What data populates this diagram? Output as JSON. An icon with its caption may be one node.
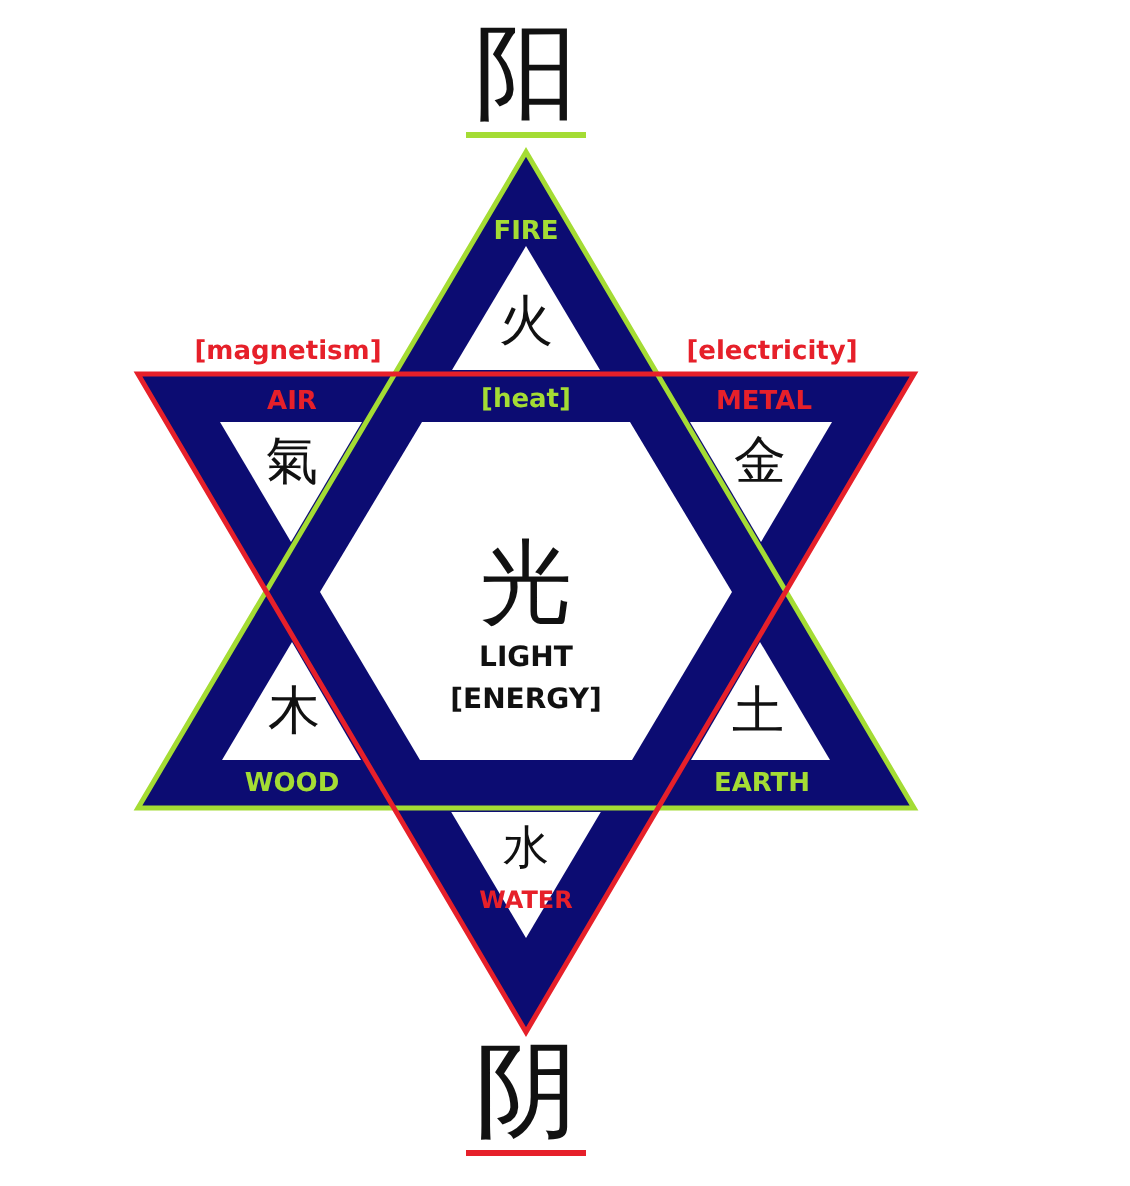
{
  "diagram": {
    "nodes": [
      {
        "text": [
          "FIRE",
          "火"
        ]
      },
      {
        "text": [
          "AIR",
          "氣"
        ]
      },
      {
        "text": [
          "METAL",
          "金"
        ]
      },
      {
        "text": [
          "光",
          "LIGHT",
          "[ENERGY]"
        ]
      },
      {
        "text": [
          "木",
          "WOOD"
        ]
      },
      {
        "text": [
          "土",
          "EARTH"
        ]
      },
      {
        "text": [
          "水",
          "WATER"
        ]
      }
    ],
    "labels": [
      "阳",
      "[magnetism]",
      "[electricity]",
      "[heat]",
      "阴"
    ]
  }
}
